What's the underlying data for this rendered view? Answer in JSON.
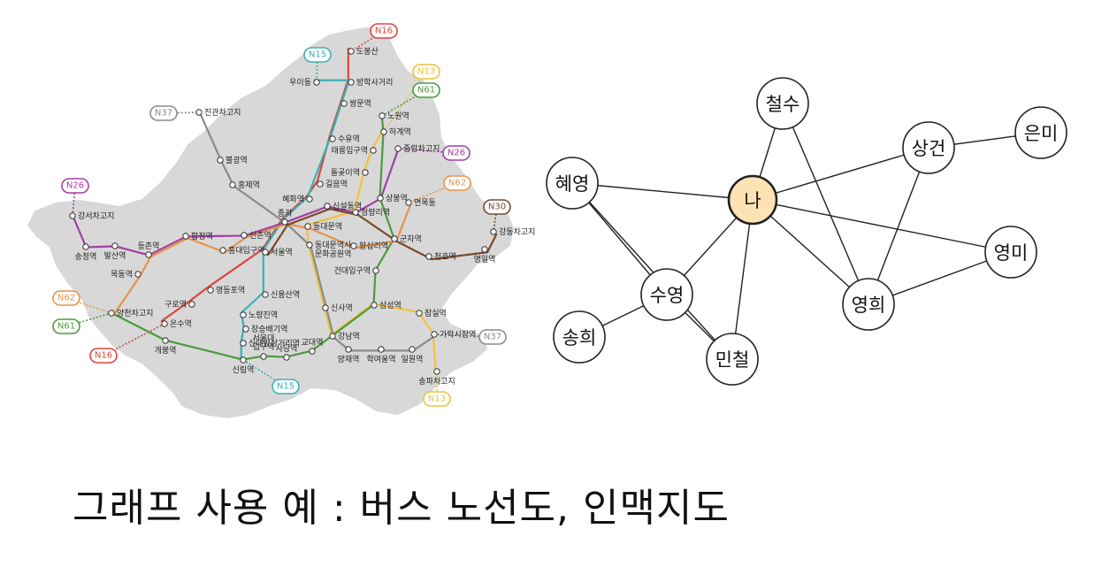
{
  "caption": "그래프 사용 예 : 버스 노선도, 인맥지도",
  "colors": {
    "map_fill": "#d8d8d8",
    "N16": "#d9463c",
    "N15": "#3ab0b8",
    "N13": "#f0c23a",
    "N61": "#4a9a3c",
    "N26": "#a33fa3",
    "N37": "#8a8a8a",
    "N62": "#e8924a",
    "N30": "#7a4a2a",
    "center_node": "#fde3b3",
    "node": "#ffffff"
  },
  "bus_map": {
    "badges": [
      {
        "id": "N16a",
        "label": "N16",
        "color": "N16"
      },
      {
        "id": "N15a",
        "label": "N15",
        "color": "N15"
      },
      {
        "id": "N13a",
        "label": "N13",
        "color": "N13"
      },
      {
        "id": "N61a",
        "label": "N61",
        "color": "N61"
      },
      {
        "id": "N37a",
        "label": "N37",
        "color": "N37"
      },
      {
        "id": "N26a",
        "label": "N26",
        "color": "N26"
      },
      {
        "id": "N26b",
        "label": "N26",
        "color": "N26"
      },
      {
        "id": "N62a",
        "label": "N62",
        "color": "N62"
      },
      {
        "id": "N30a",
        "label": "N30",
        "color": "N30"
      },
      {
        "id": "N62b",
        "label": "N62",
        "color": "N62"
      },
      {
        "id": "N61b",
        "label": "N61",
        "color": "N61"
      },
      {
        "id": "N16b",
        "label": "N16",
        "color": "N16"
      },
      {
        "id": "N37b",
        "label": "N37",
        "color": "N37"
      },
      {
        "id": "N15b",
        "label": "N15",
        "color": "N15"
      },
      {
        "id": "N13b",
        "label": "N13",
        "color": "N13"
      }
    ],
    "stations": [
      {
        "id": "s_dobong",
        "label": "도봉산"
      },
      {
        "id": "s_ui",
        "label": "우이동"
      },
      {
        "id": "s_banghak",
        "label": "방학사거리"
      },
      {
        "id": "s_ssangmun",
        "label": "쌍문역"
      },
      {
        "id": "s_nowon",
        "label": "노원역"
      },
      {
        "id": "s_hagye",
        "label": "하계역"
      },
      {
        "id": "s_suyu",
        "label": "수유역"
      },
      {
        "id": "s_taereung",
        "label": "태릉입구역"
      },
      {
        "id": "s_jinggwan",
        "label": "진관차고지"
      },
      {
        "id": "s_bulgwang",
        "label": "불광역"
      },
      {
        "id": "s_hongje",
        "label": "홍제역"
      },
      {
        "id": "s_dolgoji",
        "label": "돌곶이역"
      },
      {
        "id": "s_junghwa",
        "label": "중랑차고지"
      },
      {
        "id": "s_gireum",
        "label": "길음역"
      },
      {
        "id": "s_hyehwa",
        "label": "혜화역"
      },
      {
        "id": "s_sinseol",
        "label": "신설동역"
      },
      {
        "id": "s_sangbong",
        "label": "상봉역"
      },
      {
        "id": "s_cheongnyang",
        "label": "청량리역"
      },
      {
        "id": "s_myeonmok",
        "label": "면목동"
      },
      {
        "id": "s_gangseo",
        "label": "강서차고지"
      },
      {
        "id": "s_hapjeong",
        "label": "합정역"
      },
      {
        "id": "s_sinchon",
        "label": "신촌역"
      },
      {
        "id": "s_jonggak",
        "label": "종각"
      },
      {
        "id": "s_dongdaemun",
        "label": "동대문역"
      },
      {
        "id": "s_ddp",
        "label": "동대문역사\n문화공원역"
      },
      {
        "id": "s_wangsimni",
        "label": "왕십리역"
      },
      {
        "id": "s_gunja",
        "label": "군자역"
      },
      {
        "id": "s_gangdong",
        "label": "강동차고지"
      },
      {
        "id": "s_songjeong",
        "label": "송정역"
      },
      {
        "id": "s_balsan",
        "label": "발산역"
      },
      {
        "id": "s_deungchon",
        "label": "등촌역"
      },
      {
        "id": "s_hongik",
        "label": "홍대입구역"
      },
      {
        "id": "s_seoul",
        "label": "서울역"
      },
      {
        "id": "s_cheonho",
        "label": "천호역"
      },
      {
        "id": "s_myeongil",
        "label": "명일역"
      },
      {
        "id": "s_mokdong",
        "label": "목동역"
      },
      {
        "id": "s_konkuk",
        "label": "건대입구역"
      },
      {
        "id": "s_yeongdeungpo",
        "label": "영등포역"
      },
      {
        "id": "s_sinyongsan",
        "label": "신용산역"
      },
      {
        "id": "s_guro",
        "label": "구로역"
      },
      {
        "id": "s_yangcheon",
        "label": "양천차고지"
      },
      {
        "id": "s_noryangjin",
        "label": "노량진역"
      },
      {
        "id": "s_sinsa",
        "label": "신사역"
      },
      {
        "id": "s_samseong",
        "label": "삼성역"
      },
      {
        "id": "s_onsu",
        "label": "온수역"
      },
      {
        "id": "s_jangseungbaegi",
        "label": "장승배기역"
      },
      {
        "id": "s_jamsil",
        "label": "잠실역"
      },
      {
        "id": "s_sindaebang",
        "label": "신대방삼거리역"
      },
      {
        "id": "s_gangnam",
        "label": "강남역"
      },
      {
        "id": "s_garak",
        "label": "가락시장역"
      },
      {
        "id": "s_gaebong",
        "label": "개봉역"
      },
      {
        "id": "s_snu",
        "label": "서울대\n입구역"
      },
      {
        "id": "s_sadang",
        "label": "사당역"
      },
      {
        "id": "s_gyodae",
        "label": "교대역"
      },
      {
        "id": "s_yangjae",
        "label": "양재역"
      },
      {
        "id": "s_hagyeoul",
        "label": "학여울역"
      },
      {
        "id": "s_irwon",
        "label": "일원역"
      },
      {
        "id": "s_sillim",
        "label": "신림역"
      },
      {
        "id": "s_songpa",
        "label": "송파차고지"
      }
    ]
  },
  "social_graph": {
    "nodes": [
      {
        "id": "me",
        "label": "나",
        "center": true
      },
      {
        "id": "cheolsu",
        "label": "철수"
      },
      {
        "id": "hyeyoung",
        "label": "혜영"
      },
      {
        "id": "sanggeon",
        "label": "상건"
      },
      {
        "id": "eunmi",
        "label": "은미"
      },
      {
        "id": "youngmi",
        "label": "영미"
      },
      {
        "id": "suyoung",
        "label": "수영"
      },
      {
        "id": "younghee",
        "label": "영희"
      },
      {
        "id": "songhee",
        "label": "송희"
      },
      {
        "id": "mincheol",
        "label": "민철"
      }
    ],
    "edges": [
      [
        "me",
        "cheolsu"
      ],
      [
        "me",
        "hyeyoung"
      ],
      [
        "me",
        "sanggeon"
      ],
      [
        "me",
        "youngmi"
      ],
      [
        "me",
        "suyoung"
      ],
      [
        "me",
        "younghee"
      ],
      [
        "me",
        "mincheol"
      ],
      [
        "cheolsu",
        "younghee"
      ],
      [
        "hyeyoung",
        "suyoung"
      ],
      [
        "hyeyoung",
        "mincheol"
      ],
      [
        "sanggeon",
        "eunmi"
      ],
      [
        "sanggeon",
        "younghee"
      ],
      [
        "youngmi",
        "younghee"
      ],
      [
        "suyoung",
        "songhee"
      ],
      [
        "suyoung",
        "mincheol"
      ]
    ]
  }
}
